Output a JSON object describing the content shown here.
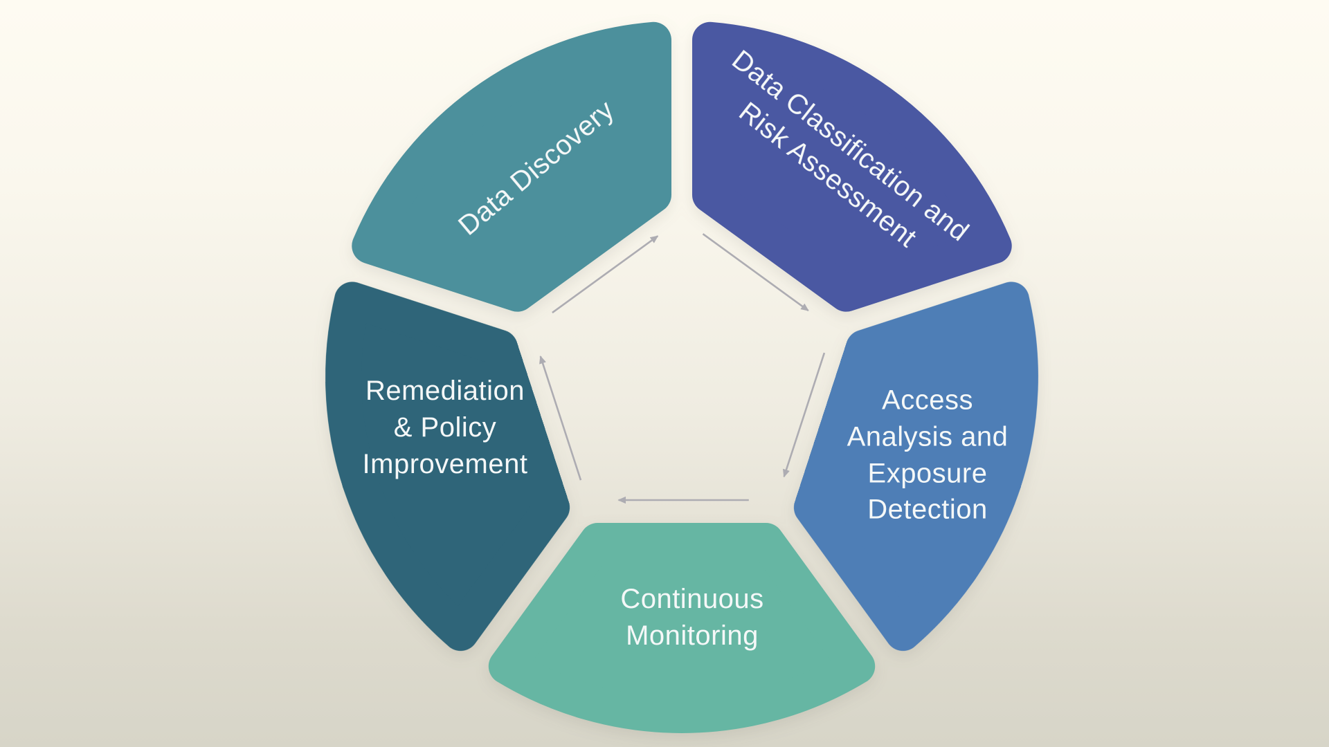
{
  "diagram": {
    "type": "cycle",
    "direction": "clockwise",
    "background_top_color": "#FEFBF2",
    "background_bottom_color": "#D7D5C8",
    "arrow_color": "#ADACB2",
    "label_color": "#F5F8F8",
    "segments": [
      {
        "id": "data-discovery",
        "position": "top-left",
        "label": "Data Discovery",
        "lines": [
          "Data Discovery"
        ],
        "color": "#4C909C"
      },
      {
        "id": "data-classification-and-risk-assessment",
        "position": "top-right",
        "label": "Data Classification and Risk Assessment",
        "lines": [
          "Data Classification and",
          "Risk Assessment"
        ],
        "color": "#4A58A2"
      },
      {
        "id": "access-analysis-and-exposure-detection",
        "position": "right",
        "label": "Access Analysis and Exposure Detection",
        "lines": [
          "Access",
          "Analysis and",
          "Exposure",
          "Detection"
        ],
        "color": "#4E7EB6"
      },
      {
        "id": "continuous-monitoring",
        "position": "bottom",
        "label": "Continuous Monitoring",
        "lines": [
          "Continuous",
          "Monitoring"
        ],
        "color": "#66B6A3"
      },
      {
        "id": "remediation-and-policy-improvement",
        "position": "left",
        "label": "Remediation & Policy Improvement",
        "lines": [
          "Remediation",
          "& Policy",
          "Improvement"
        ],
        "color": "#2F6579"
      }
    ]
  }
}
